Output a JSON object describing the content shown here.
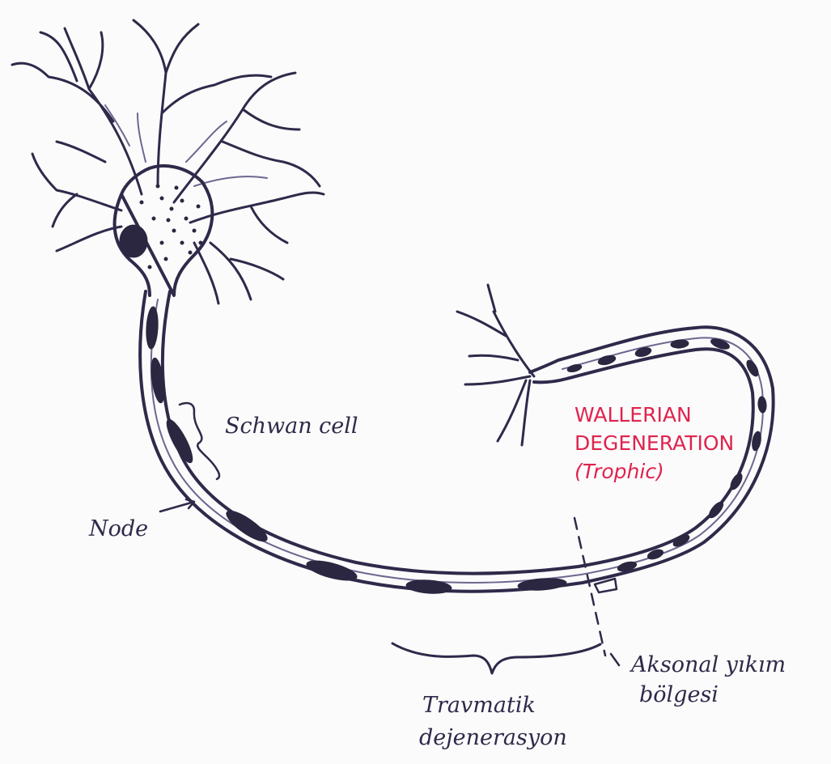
{
  "labels": {
    "schwann": "Schwan cell",
    "node": "Node",
    "wallerian_line1": "WALLERIAN",
    "wallerian_line2": "DEGENERATION",
    "wallerian_line3": "(Trophic)",
    "axonal_line1": "Aksonal yıkım",
    "axonal_line2": "bölgesi",
    "traumatic_line1": "Travmatik",
    "traumatic_line2": "dejenerasyon"
  },
  "colors": {
    "ink": "#2e2a4a",
    "accent": "#e0234e",
    "paper": "#fbfbfb"
  }
}
